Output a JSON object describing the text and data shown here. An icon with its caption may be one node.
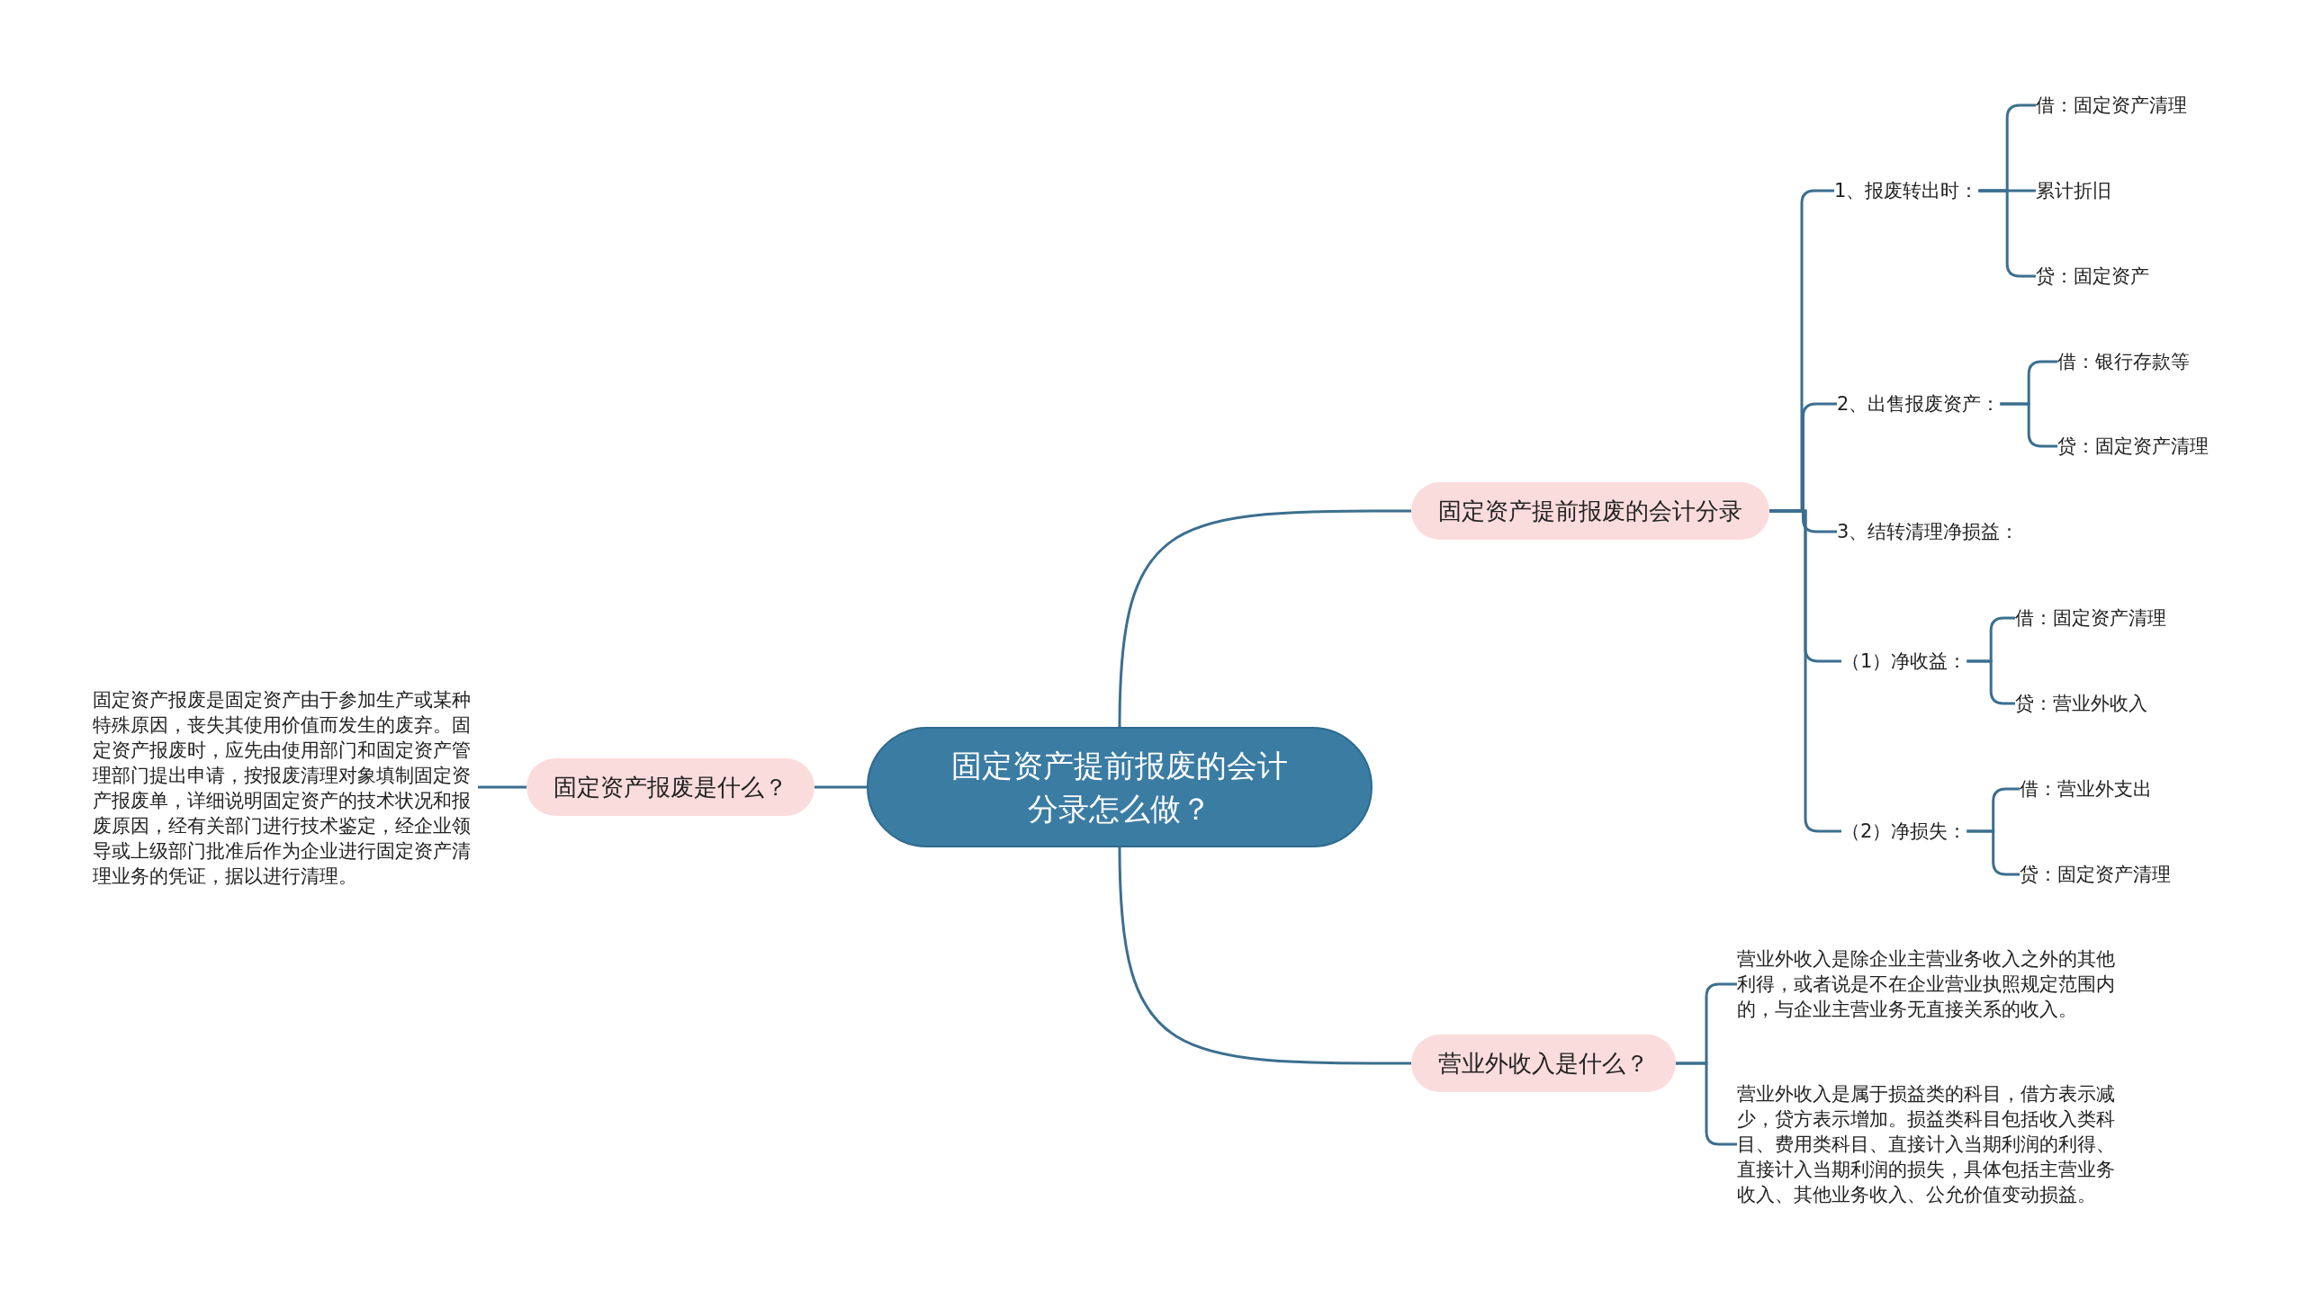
{
  "diagram": {
    "nodes": [
      {
        "text": [
          "固定资产提前报废的会计分录怎么做？"
        ]
      },
      {
        "text": [
          "固定资产提前报废的会计分录"
        ]
      },
      {
        "text": [
          "1、报废转出时："
        ]
      },
      {
        "text": [
          "借：固定资产清理"
        ]
      },
      {
        "text": [
          "累计折旧"
        ]
      },
      {
        "text": [
          "贷：固定资产"
        ]
      },
      {
        "text": [
          "2、出售报废资产："
        ]
      },
      {
        "text": [
          "借：银行存款等"
        ]
      },
      {
        "text": [
          "贷：固定资产清理"
        ]
      },
      {
        "text": [
          "3、结转清理净损益："
        ]
      },
      {
        "text": [
          "（1）净收益："
        ]
      },
      {
        "text": [
          "借：固定资产清理"
        ]
      },
      {
        "text": [
          "贷：营业外收入"
        ]
      },
      {
        "text": [
          "（2）净损失："
        ]
      },
      {
        "text": [
          "借：营业外支出"
        ]
      },
      {
        "text": [
          "贷：固定资产清理"
        ]
      },
      {
        "text": [
          "营业外收入是什么？"
        ]
      },
      {
        "text": [
          "营业外收入是除企业主营业务收入之外的其他利得，或者说是不在企业营业执照规定范围内的，与企业主营业务无直接关系的收入。"
        ]
      },
      {
        "text": [
          "营业外收入是属于损益类的科目，借方表示减少，贷方表示增加。损益类科目包括收入类科目、费用类科目、直接计入当期利润的利得、直接计入当期利润的损失，具体包括主营业务收入、其他业务收入、公允价值变动损益。"
        ]
      },
      {
        "text": [
          "固定资产报废是什么？"
        ]
      },
      {
        "text": [
          "固定资产报废是固定资产由于参加生产或某种特殊原因，丧失其使用价值而发生的废弃。固定资产报废时，应先由使用部门和固定资产管理部门提出申请，按报废清理对象填制固定资产报废单，详细说明固定资产的技术状况和报废原因，经有关部门进行技术鉴定，经企业领导或上级部门批准后作为企业进行固定资产清理业务的凭证，据以进行清理。"
        ]
      }
    ],
    "edges": [
      {
        "from": 0,
        "to": 1,
        "arrow": "none"
      },
      {
        "from": 0,
        "to": 16,
        "arrow": "none"
      },
      {
        "from": 0,
        "to": 19,
        "arrow": "none"
      },
      {
        "from": 1,
        "to": 2,
        "arrow": "none"
      },
      {
        "from": 1,
        "to": 6,
        "arrow": "none"
      },
      {
        "from": 1,
        "to": 9,
        "arrow": "none"
      },
      {
        "from": 1,
        "to": 10,
        "arrow": "none"
      },
      {
        "from": 1,
        "to": 13,
        "arrow": "none"
      },
      {
        "from": 2,
        "to": 3,
        "arrow": "none"
      },
      {
        "from": 2,
        "to": 4,
        "arrow": "none"
      },
      {
        "from": 2,
        "to": 5,
        "arrow": "none"
      },
      {
        "from": 6,
        "to": 7,
        "arrow": "none"
      },
      {
        "from": 6,
        "to": 8,
        "arrow": "none"
      },
      {
        "from": 10,
        "to": 11,
        "arrow": "none"
      },
      {
        "from": 10,
        "to": 12,
        "arrow": "none"
      },
      {
        "from": 13,
        "to": 14,
        "arrow": "none"
      },
      {
        "from": 13,
        "to": 15,
        "arrow": "none"
      },
      {
        "from": 16,
        "to": 17,
        "arrow": "none"
      },
      {
        "from": 16,
        "to": 18,
        "arrow": "none"
      },
      {
        "from": 19,
        "to": 20,
        "arrow": "none"
      }
    ]
  }
}
